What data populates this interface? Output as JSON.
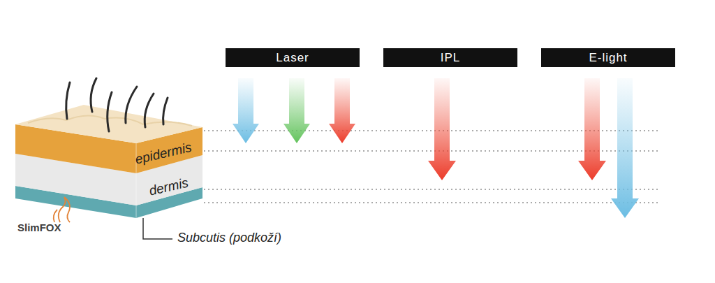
{
  "diagram": {
    "nodes": [
      {
        "text": [
          "Laser"
        ]
      },
      {
        "text": [
          "IPL"
        ]
      },
      {
        "text": [
          "E-light"
        ]
      }
    ],
    "labels": [
      "epidermis",
      "dermis",
      "Subcutis (podkoží)",
      "SlimFOX"
    ]
  }
}
